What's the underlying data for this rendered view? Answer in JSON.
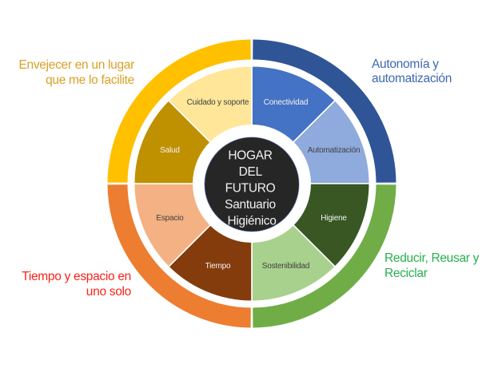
{
  "page": {
    "background_color": "#FFFFFF"
  },
  "center": {
    "line1": "HOGAR",
    "line2": "DEL",
    "line3": "FUTURO",
    "line4": "Santuario",
    "line5": "Higiénico",
    "bg_color": "#262626",
    "edge_color": "#365493",
    "text_color": "#F1F1F0"
  },
  "segments": [
    {
      "label": "Conectividad",
      "color": "#4472C4",
      "label_color": "#F2F2F0"
    },
    {
      "label": "Automatización",
      "color": "#8FAADC",
      "label_color": "#404040"
    },
    {
      "label": "Higiene",
      "color": "#385723",
      "label_color": "#F2F2F0"
    },
    {
      "label": "Sostenibilidad",
      "color": "#A9D18E",
      "label_color": "#404040"
    },
    {
      "label": "Tiempo",
      "color": "#843C0C",
      "label_color": "#F2F2F0"
    },
    {
      "label": "Espacio",
      "color": "#F4B183",
      "label_color": "#404040"
    },
    {
      "label": "Salud",
      "color": "#BF9000",
      "label_color": "#F2F2F0"
    },
    {
      "label": "Cuidado y soporte",
      "color": "#FFE699",
      "label_color": "#404040"
    }
  ],
  "outer_ring": {
    "quadrants": [
      {
        "position": "top-left",
        "color": "#FFC000"
      },
      {
        "position": "top-right",
        "color": "#2F5597"
      },
      {
        "position": "bottom-right",
        "color": "#70AD47"
      },
      {
        "position": "bottom-left",
        "color": "#ED7D31"
      }
    ]
  },
  "corner_labels": {
    "top_left": {
      "line1": "Envejecer en un lugar",
      "line2": "que me lo facilite",
      "color": "#D8A128"
    },
    "top_right": {
      "line1": "Autonomía y",
      "line2": "automatización",
      "color": "#3E68B0"
    },
    "bottom_right": {
      "line1": "Reducir, Reusar y",
      "line2": "Reciclar",
      "color": "#28AF50"
    },
    "bottom_left": {
      "line1": "Tiempo y espacio en",
      "line2": "uno solo",
      "color": "#FA2319"
    }
  }
}
